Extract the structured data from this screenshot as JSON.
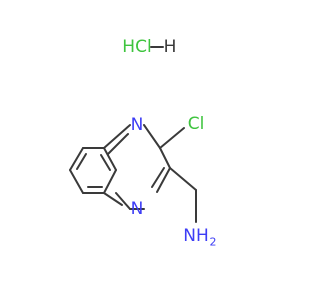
{
  "molecule": {
    "salt": {
      "hcl_label": "HCl",
      "h_label": "H"
    },
    "atoms": {
      "n1": "N",
      "n4": "N",
      "cl": "Cl",
      "amine": "NH",
      "amine_h_count": "2"
    }
  },
  "colors": {
    "bond": "#3a3a3a",
    "nitrogen": "#3d3df5",
    "chlorine": "#3ec43e",
    "background": "#ffffff"
  }
}
